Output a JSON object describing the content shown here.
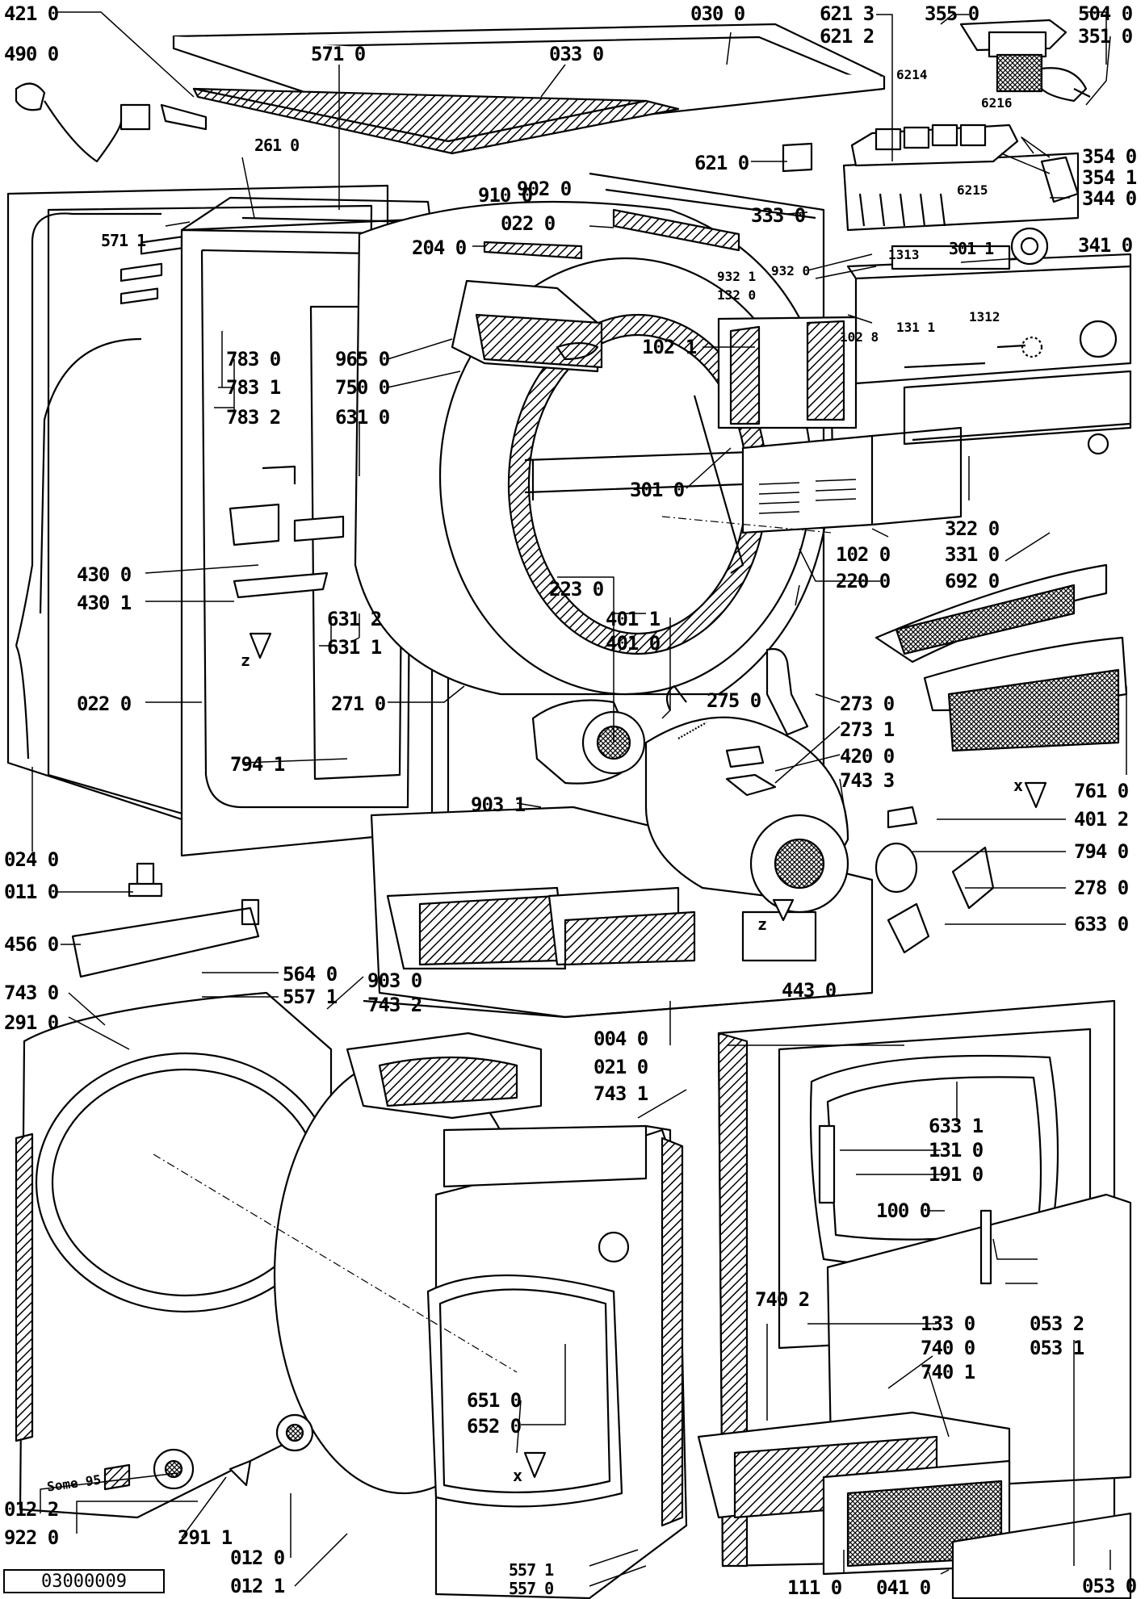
{
  "document_ref": "03000009",
  "labels": {
    "l4210": "421 0",
    "l4900": "490 0",
    "l5710": "571 0",
    "l0330": "033 0",
    "l0300": "030 0",
    "l6213": "621 3",
    "l6212": "621 2",
    "l3550": "355 0",
    "l5040": "504 0",
    "l3510": "351 0",
    "l6214": "6214",
    "l6216": "6216",
    "l3540": "354 0",
    "l3541": "354 1",
    "l3440": "344 0",
    "l6215": "6215",
    "l6210": "621 0",
    "l9100": "910 0",
    "l9020": "902 0",
    "l3330": "333 0",
    "l0220a": "022 0",
    "l2610": "261 0",
    "l5711": "571 1",
    "l2040": "204 0",
    "l3410": "341 0",
    "l3011": "301 1",
    "l1313": "1313",
    "l9321": "932 1",
    "l9320": "932 0",
    "l1320": "132 0",
    "l1312": "1312",
    "l1311": "131 1",
    "l1028": "102 8",
    "l1021": "102 1",
    "l7830": "783 0",
    "l7831": "783 1",
    "l7832": "783 2",
    "l9650": "965 0",
    "l7500": "750 0",
    "l6310": "631 0",
    "l3010": "301 0",
    "l3220": "322 0",
    "l3310": "331 0",
    "l6920": "692 0",
    "l1020": "102 0",
    "l2200": "220 0",
    "l2230": "223 0",
    "l4300": "430 0",
    "l4301": "430 1",
    "l6312": "631 2",
    "l6311": "631 1",
    "l4011": "401 1",
    "l4010": "401 0",
    "lz1": "z",
    "l0220b": "022 0",
    "l2710": "271 0",
    "l2750": "275 0",
    "l2730": "273 0",
    "l2731": "273 1",
    "l4200": "420 0",
    "l7433": "743 3",
    "l7941": "794 1",
    "l7610": "761 0",
    "lx1": "x",
    "l9031": "903 1",
    "l4012": "401 2",
    "l7940": "794 0",
    "l2780": "278 0",
    "l0240": "024 0",
    "l0110": "011 0",
    "lz2": "z",
    "l6330": "633 0",
    "l4560": "456 0",
    "l4430": "443 0",
    "l5640": "564 0",
    "l5571": "557 1",
    "l9030": "903 0",
    "l7432": "743 2",
    "l7430": "743 0",
    "l2910": "291 0",
    "l0040": "004 0",
    "l0210": "021 0",
    "l7431": "743 1",
    "l6331": "633 1",
    "l1310": "131 0",
    "l1910": "191 0",
    "l1000": "100 0",
    "l7402": "740 2",
    "l1330": "133 0",
    "l7400": "740 0",
    "l7401": "740 1",
    "l0532": "053 2",
    "l0531": "053 1",
    "l6510": "651 0",
    "l6520": "652 0",
    "lx2": "x",
    "l0122": "012 2",
    "l9220": "922 0",
    "l2911": "291 1",
    "l0120": "012 0",
    "l0121": "012 1",
    "l5571b": "557 1",
    "l5670": "557 0",
    "l1110": "111 0",
    "l0410": "041 0",
    "l0530": "053 0",
    "lsome": "Some 95"
  }
}
